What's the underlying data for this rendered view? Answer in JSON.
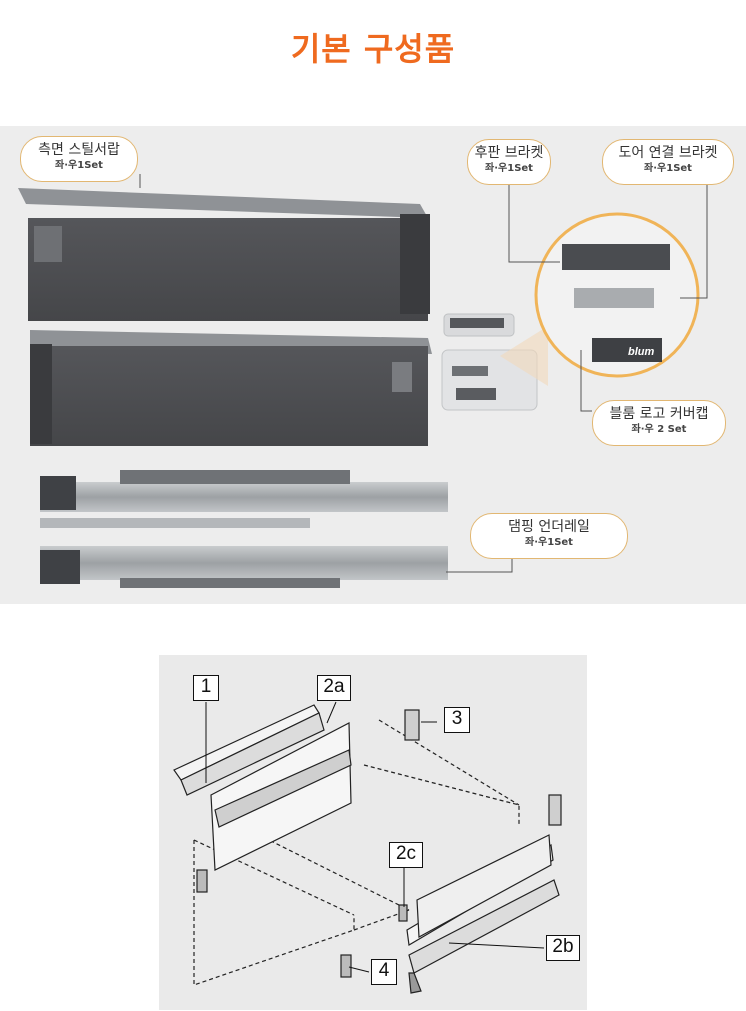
{
  "title": "기본 구성품",
  "labels": {
    "side_drawer": {
      "name": "측면 스틸서랍",
      "qty": "좌·우1Set"
    },
    "rear_bracket": {
      "name": "후판 브라켓",
      "qty": "좌·우1Set"
    },
    "door_bracket": {
      "name": "도어 연결 브라켓",
      "qty": "좌·우1Set"
    },
    "logo_cap": {
      "name": "블룸 로고 커버캡",
      "qty": "좌·우 2 Set"
    },
    "damping_rail": {
      "name": "댐핑 언더레일",
      "qty": "좌·우1Set"
    }
  },
  "logo_text": "blum",
  "diagram": {
    "callouts": [
      "1",
      "2a",
      "3",
      "2c",
      "4",
      "2b"
    ]
  },
  "colors": {
    "accent": "#ef6a1f",
    "label_border": "#e2b772",
    "panel": "#4a4b4f"
  }
}
